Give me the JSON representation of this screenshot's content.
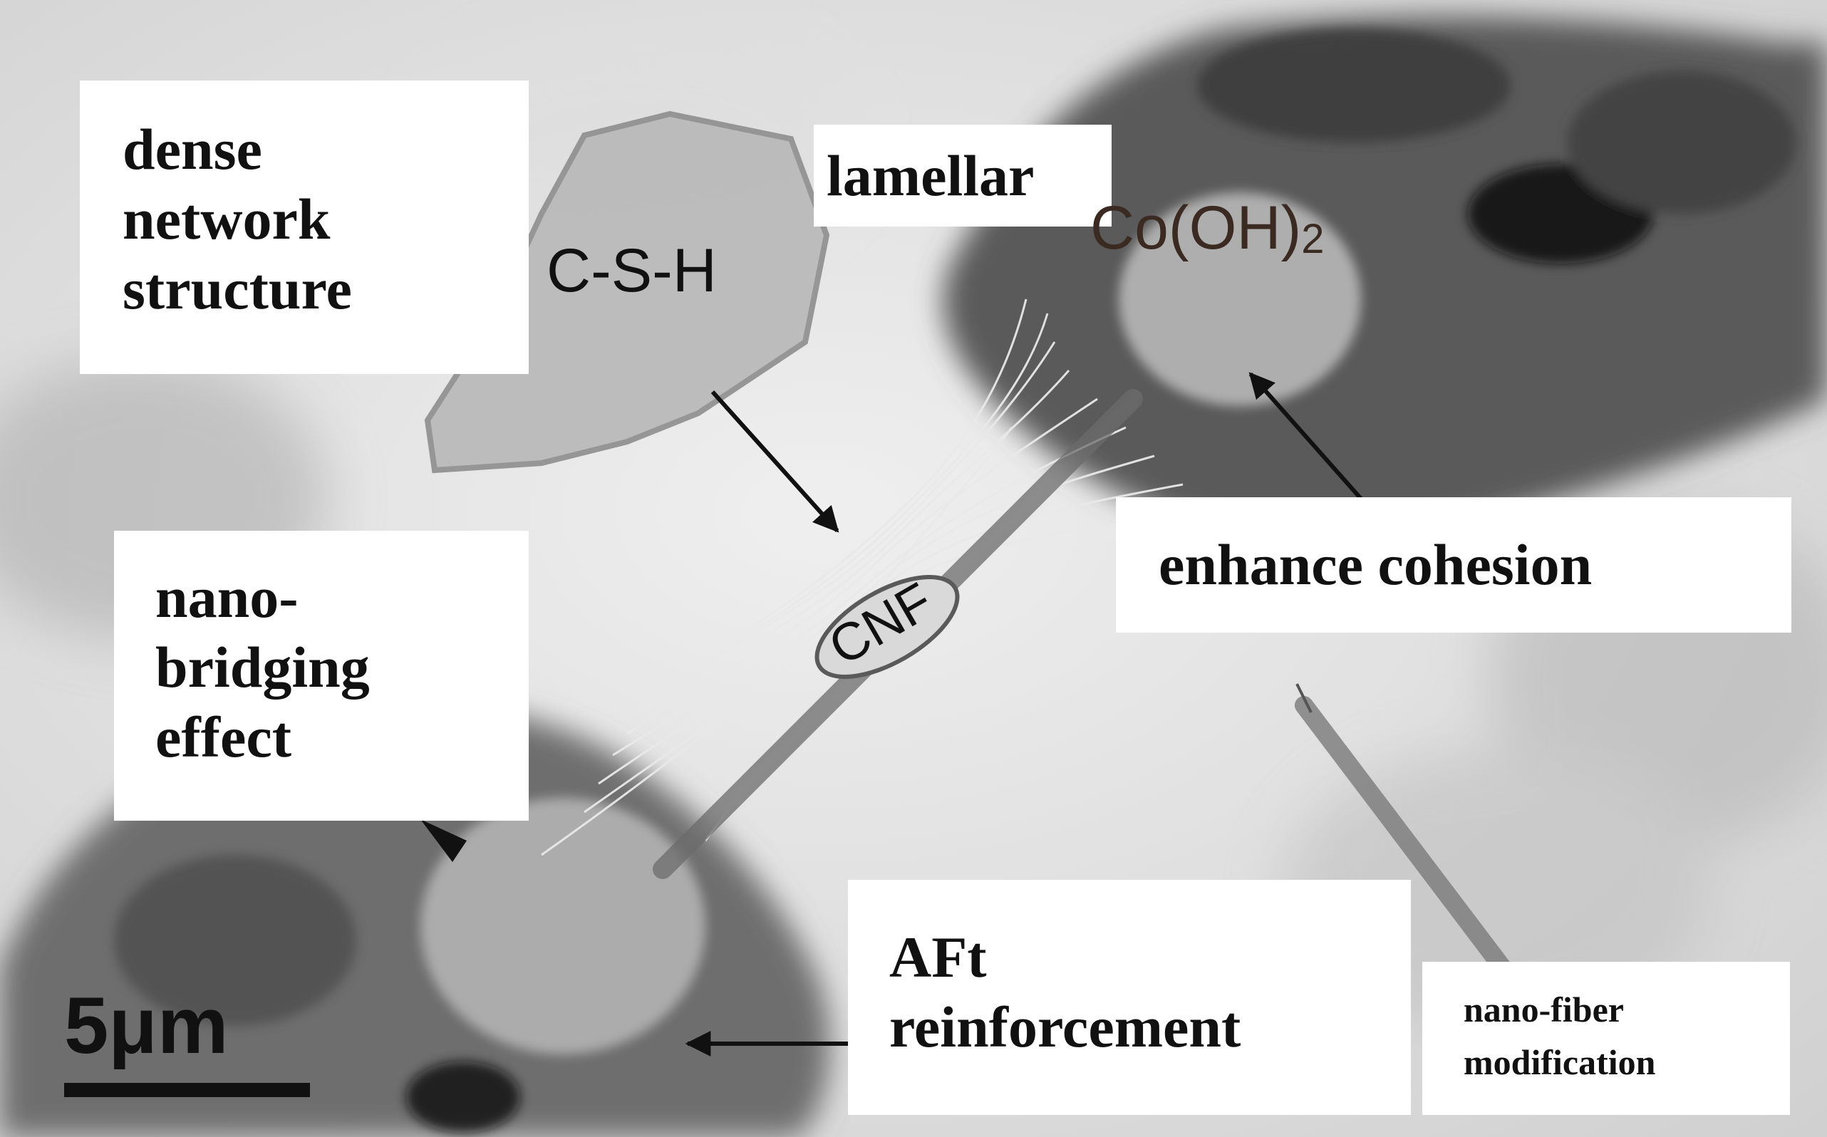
{
  "labels": {
    "dense_network": [
      "dense",
      "network",
      "structure"
    ],
    "lamellar": "lamellar",
    "csh": "C-S-H",
    "co_oh2_base": "Co(OH)",
    "co_oh2_sub": "2",
    "cnf": "CNF",
    "enhance_cohesion": "enhance cohesion",
    "nano_bridging": [
      "nano-",
      "bridging",
      "effect"
    ],
    "aft": [
      "AFt",
      "reinforcement"
    ],
    "nano_fiber": [
      "nano-fiber",
      "modification"
    ],
    "scale_bar": "5μm"
  },
  "colors": {
    "background": "#ffffff",
    "label_text": "#111111",
    "co_oh2_text": "#3a2a22",
    "arrow": "#111111"
  }
}
